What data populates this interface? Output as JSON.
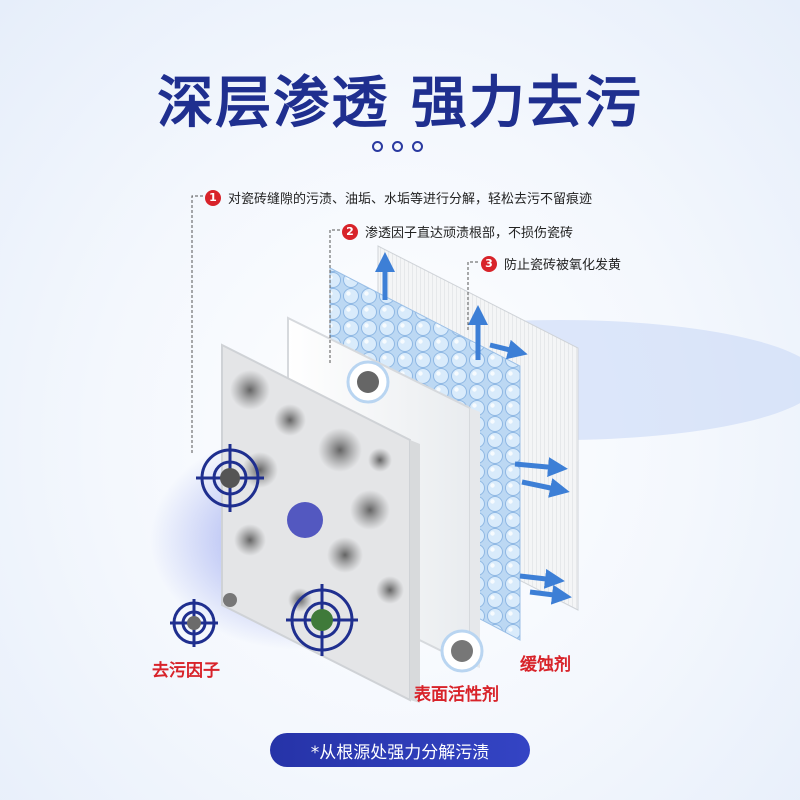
{
  "title": "深层渗透 强力去污",
  "callouts": [
    {
      "num": "1",
      "text": "对瓷砖缝隙的污渍、油垢、水垢等进行分解，轻松去污不留痕迹"
    },
    {
      "num": "2",
      "text": "渗透因子直达顽渍根部，不损伤瓷砖"
    },
    {
      "num": "3",
      "text": "防止瓷砖被氧化发黄"
    }
  ],
  "labels": {
    "decontamination_factor": "去污因子",
    "surfactant": "表面活性剂",
    "corrosion_inhibitor": "缓蚀剂"
  },
  "footer": "*从根源处强力分解污渍",
  "colors": {
    "title": "#1f2f8f",
    "accent_red": "#d8232a",
    "footer_bg": "#2633a8"
  }
}
